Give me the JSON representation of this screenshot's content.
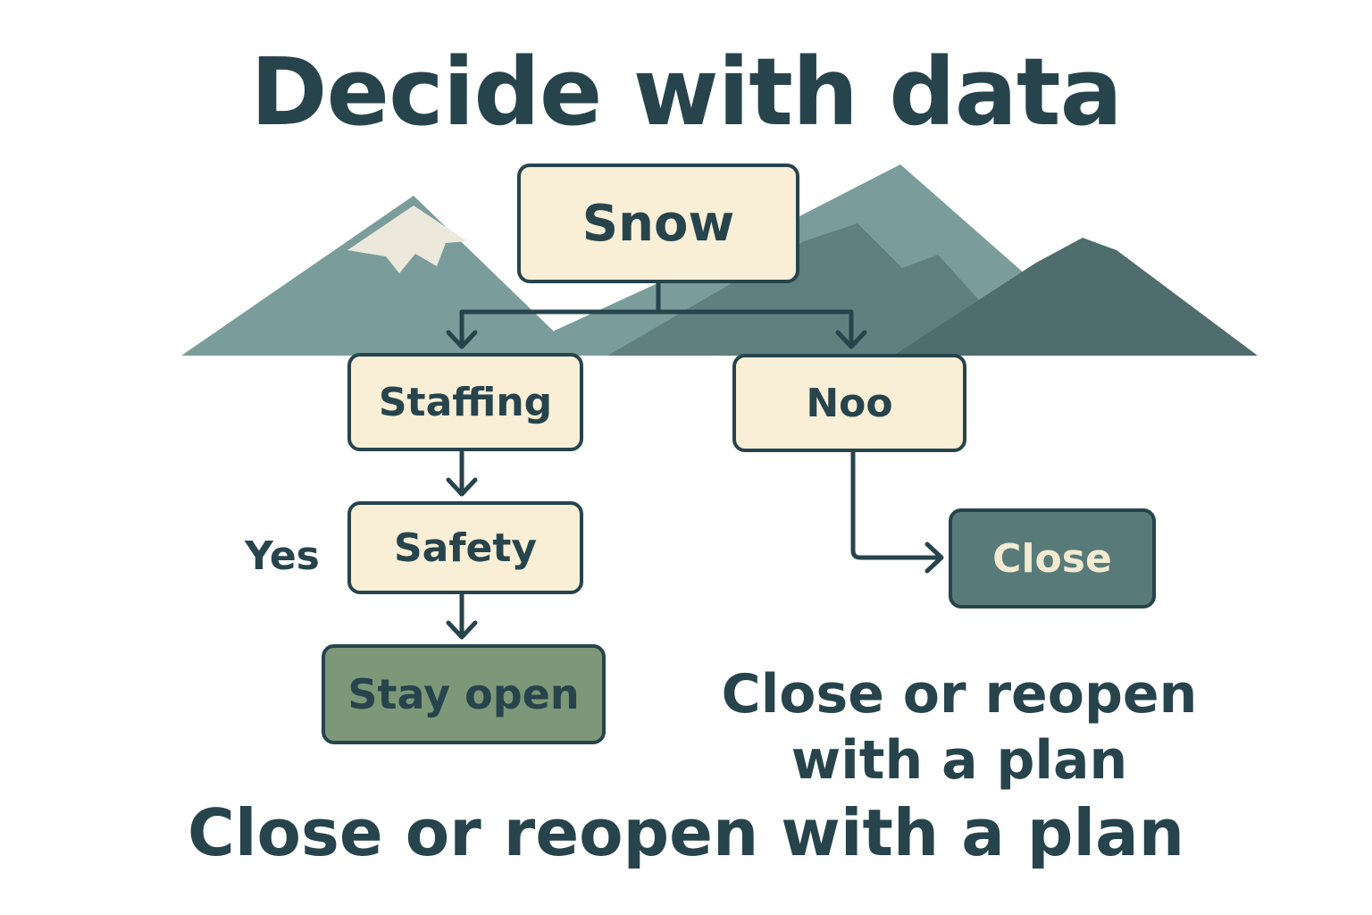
{
  "title": "Decide with data",
  "nodes": {
    "snow": "Snow",
    "staffing": "Staffing",
    "no": "Noo",
    "safety": "Safety",
    "stay_open": "Stay open",
    "close": "Close"
  },
  "edge_labels": {
    "yes": "Yes"
  },
  "captions": {
    "right": "Close or reopen with a plan",
    "bottom": "Close or reopen with a plan"
  },
  "colors": {
    "ink": "#27444c",
    "node_fill": "#f8efd6",
    "stay_open_fill": "#7d9878",
    "close_fill": "#587b7a",
    "mountain_light": "#7a9d9b",
    "mountain_dark": "#5b7c7b",
    "mountain_darkest": "#4f6d6c",
    "snowcap": "#ece8dc"
  }
}
